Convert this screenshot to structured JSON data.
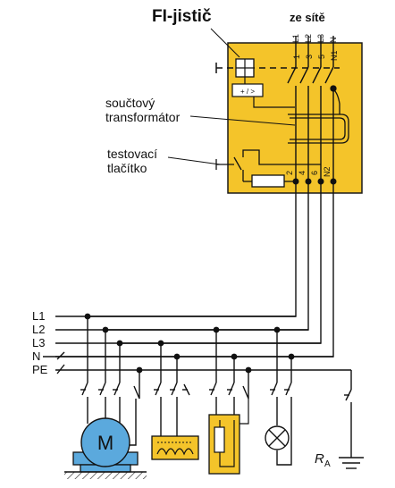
{
  "labels": {
    "title": "FI-jistič",
    "supply": "ze sítě",
    "transformer_line1": "součtový",
    "transformer_line2": "transformátor",
    "test_line1": "testovací",
    "test_line2": "tlačítko",
    "ra_main": "R",
    "ra_sub": "A",
    "motor": "M",
    "sensor_symbol": "+ / >"
  },
  "supply_terminals": [
    "L1",
    "L2",
    "L3",
    "N"
  ],
  "rcd_top_numbers": [
    "1",
    "3",
    "5",
    "N1"
  ],
  "rcd_bottom_numbers": [
    "2",
    "4",
    "6",
    "N2"
  ],
  "bus_lines": [
    "L1",
    "L2",
    "L3",
    "N",
    "PE"
  ],
  "colors": {
    "rcd_fill": "#f4c42a",
    "rcd_border": "#1a1a1a",
    "load_fill": "#f4c42a",
    "motor_fill": "#5ba9dd",
    "line": "#111111"
  }
}
